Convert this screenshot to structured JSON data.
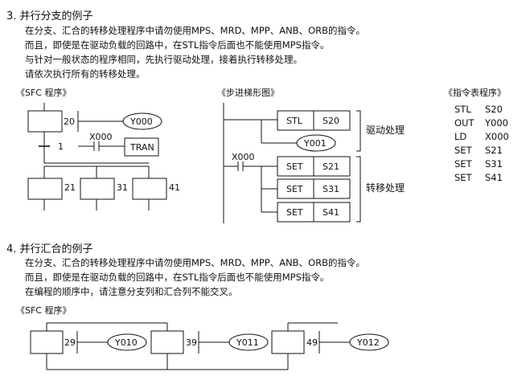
{
  "section3": {
    "heading": "3. 并行分支的例子",
    "lines": [
      "在分支、汇合的转移处理程序中请勿使用MPS、MRD、MPP、ANB、ORB的指令。",
      "而且，即使是在驱动负载的回路中，在STL指令后面也不能使用MPS指令。",
      "与针对一般状态的程序相同，先执行驱动处理，接着执行转移处理。",
      "请依次执行所有的转移处理。"
    ],
    "captions": {
      "sfc": "《SFC 程序》",
      "ladder": "《步进梯形图》",
      "il": "《指令表程序》"
    },
    "sfc": {
      "top_step": "20",
      "top_output": "Y000",
      "transition_no": "1",
      "contact": "X000",
      "tran": "TRAN",
      "branch_steps": [
        "21",
        "31",
        "41"
      ]
    },
    "ladder": {
      "stl": "STL",
      "stl_step": "S20",
      "coil": "Y001",
      "contact": "X000",
      "set": "SET",
      "set_targets": [
        "S21",
        "S31",
        "S41"
      ],
      "drive_label": "驱动处理",
      "transfer_label": "转移处理"
    },
    "instructions": [
      {
        "op": "STL",
        "arg": "S20"
      },
      {
        "op": "OUT",
        "arg": "Y000"
      },
      {
        "op": "LD",
        "arg": "X000"
      },
      {
        "op": "SET",
        "arg": "S21"
      },
      {
        "op": "SET",
        "arg": "S31"
      },
      {
        "op": "SET",
        "arg": "S41"
      }
    ]
  },
  "section4": {
    "heading": "4. 并行汇合的例子",
    "lines": [
      "在分支、汇合的转移处理程序中请勿使用MPS、MRD、MPP、ANB、ORB的指令。",
      "而且，即使是在驱动负载的回路中，在STL指令后面也不能使用MPS指令。",
      "在编程的顺序中，请注意分支列和汇合列不能交叉。"
    ],
    "caption_sfc": "《SFC 程序》",
    "steps": [
      {
        "no": "29",
        "output": "Y010"
      },
      {
        "no": "39",
        "output": "Y011"
      },
      {
        "no": "49",
        "output": "Y012"
      }
    ]
  }
}
